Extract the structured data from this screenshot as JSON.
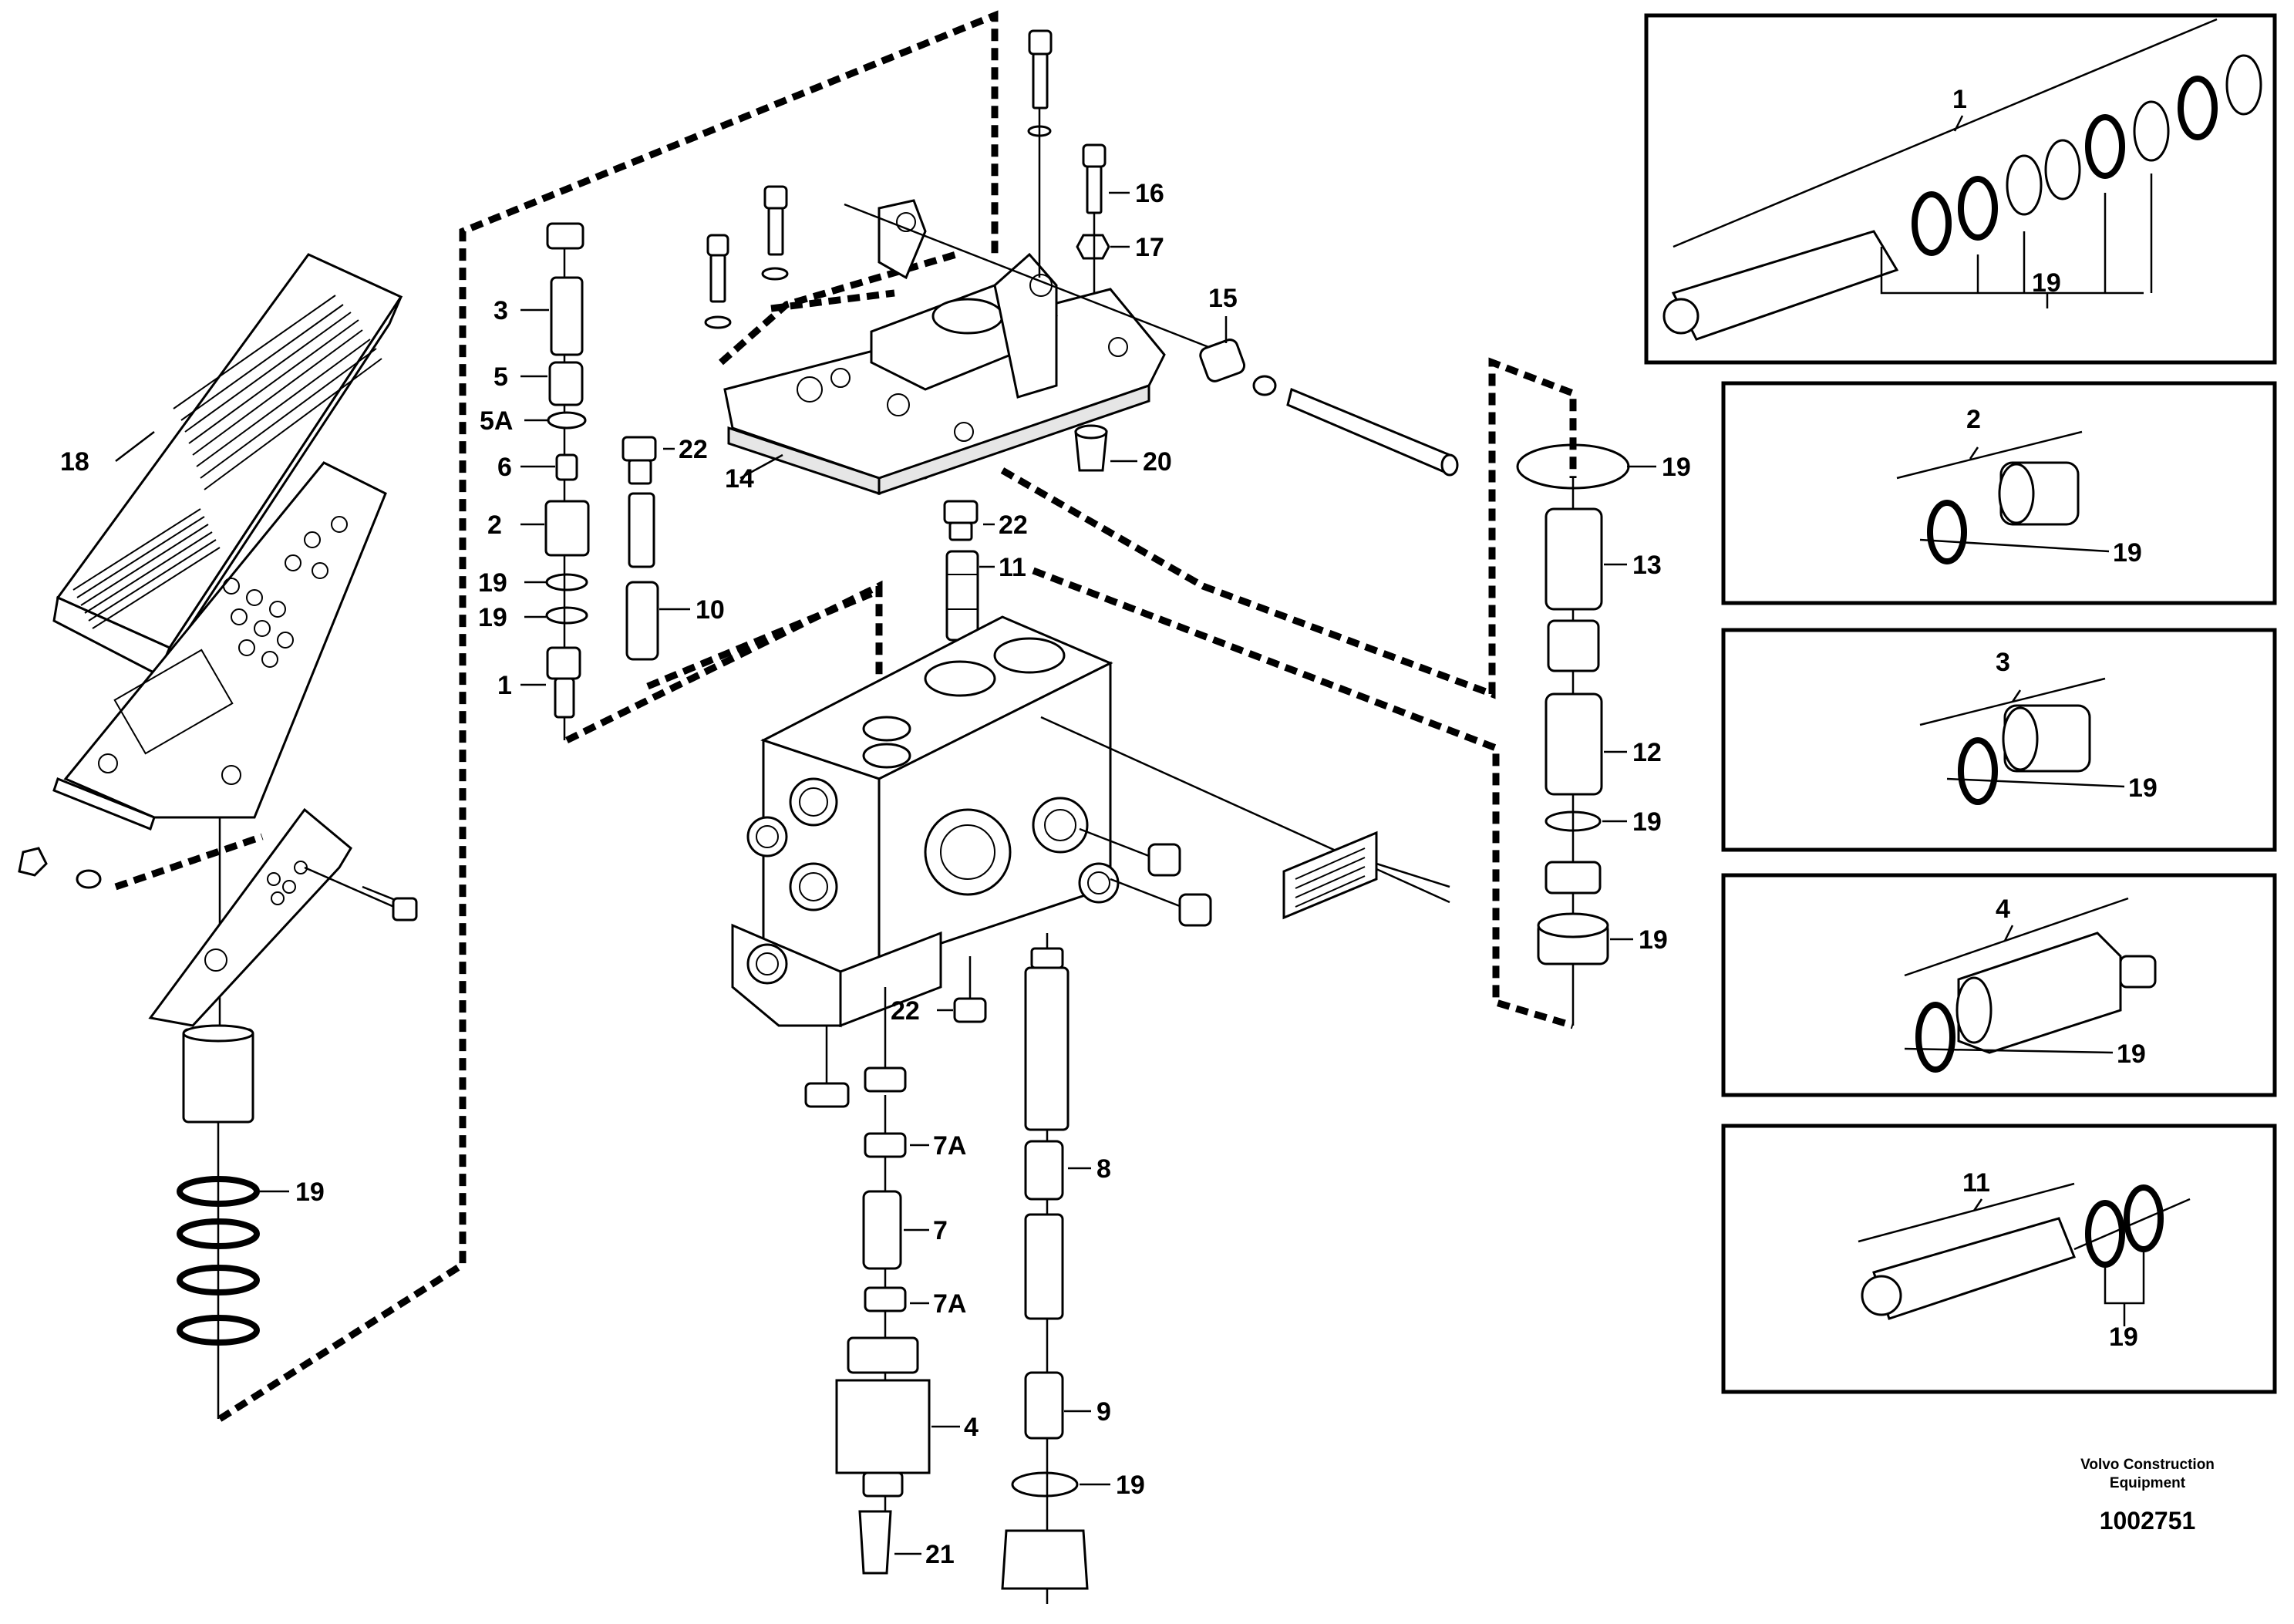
{
  "callouts": {
    "c1": "1",
    "c2": "2",
    "c3": "3",
    "c4": "4",
    "c5": "5",
    "c5a": "5A",
    "c6": "6",
    "c7": "7",
    "c7a_top": "7A",
    "c7a_bottom": "7A",
    "c8": "8",
    "c9": "9",
    "c10": "10",
    "c11": "11",
    "c12": "12",
    "c13": "13",
    "c14": "14",
    "c15": "15",
    "c16": "16",
    "c17": "17",
    "c18": "18",
    "c20": "20",
    "c21": "21",
    "c22_top": "22",
    "c22_mid": "22",
    "c22_bottom": "22",
    "c19_left_a": "19",
    "c19_left_b": "19",
    "c19_pedal": "19",
    "c19_right_top": "19",
    "c19_right_mid": "19",
    "c19_right_low": "19",
    "c19_bottom": "19"
  },
  "detail_panels": [
    {
      "part": "1",
      "seal": "19"
    },
    {
      "part": "2",
      "seal": "19"
    },
    {
      "part": "3",
      "seal": "19"
    },
    {
      "part": "4",
      "seal": "19"
    },
    {
      "part": "11",
      "seal": "19"
    }
  ],
  "footer": {
    "brand_line1": "Volvo Construction",
    "brand_line2": "Equipment",
    "doc_number": "1002751"
  }
}
